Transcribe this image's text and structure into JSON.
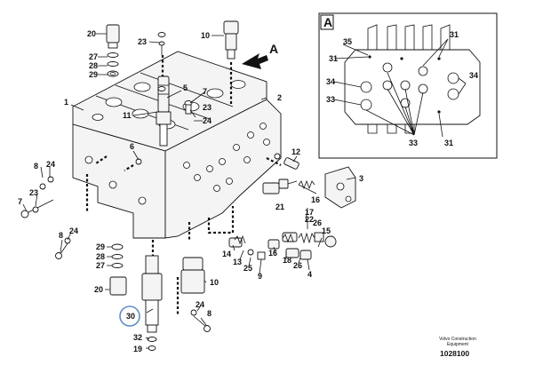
{
  "figure": {
    "callouts": {
      "c1": "1",
      "c2": "2",
      "c3": "3",
      "c4": "4",
      "c5": "5",
      "c6": "6",
      "c7": "7",
      "c8a": "8",
      "c8b": "8",
      "c8c": "8",
      "c9": "9",
      "c10a": "10",
      "c10b": "10",
      "c11": "11",
      "c12": "12",
      "c13": "13",
      "c14": "14",
      "c15": "15",
      "c16a": "16",
      "c16b": "16",
      "c17": "17",
      "c18": "18",
      "c19": "19",
      "c20a": "20",
      "c20b": "20",
      "c21": "21",
      "c22": "22",
      "c23a": "23",
      "c23b": "23",
      "c23c": "23",
      "c24a": "24",
      "c24b": "24",
      "c24c": "24",
      "c25": "25",
      "c26a": "26",
      "c26b": "26",
      "c27a": "27",
      "c27b": "27",
      "c28a": "28",
      "c28b": "28",
      "c29a": "29",
      "c29b": "29",
      "c30": "30",
      "c32": "32"
    },
    "arrow_label": "A",
    "inset": {
      "label": "A",
      "callouts": {
        "i31a": "31",
        "i31b": "31",
        "i31c": "31",
        "i35": "35",
        "i34a": "34",
        "i34b": "34",
        "i33a": "33",
        "i33b": "33"
      }
    },
    "highlight_color": "#5b8fc7"
  },
  "footer": {
    "brand_line1": "Volvo Construction",
    "brand_line2": "Equipment",
    "drawing_number": "1028100"
  }
}
